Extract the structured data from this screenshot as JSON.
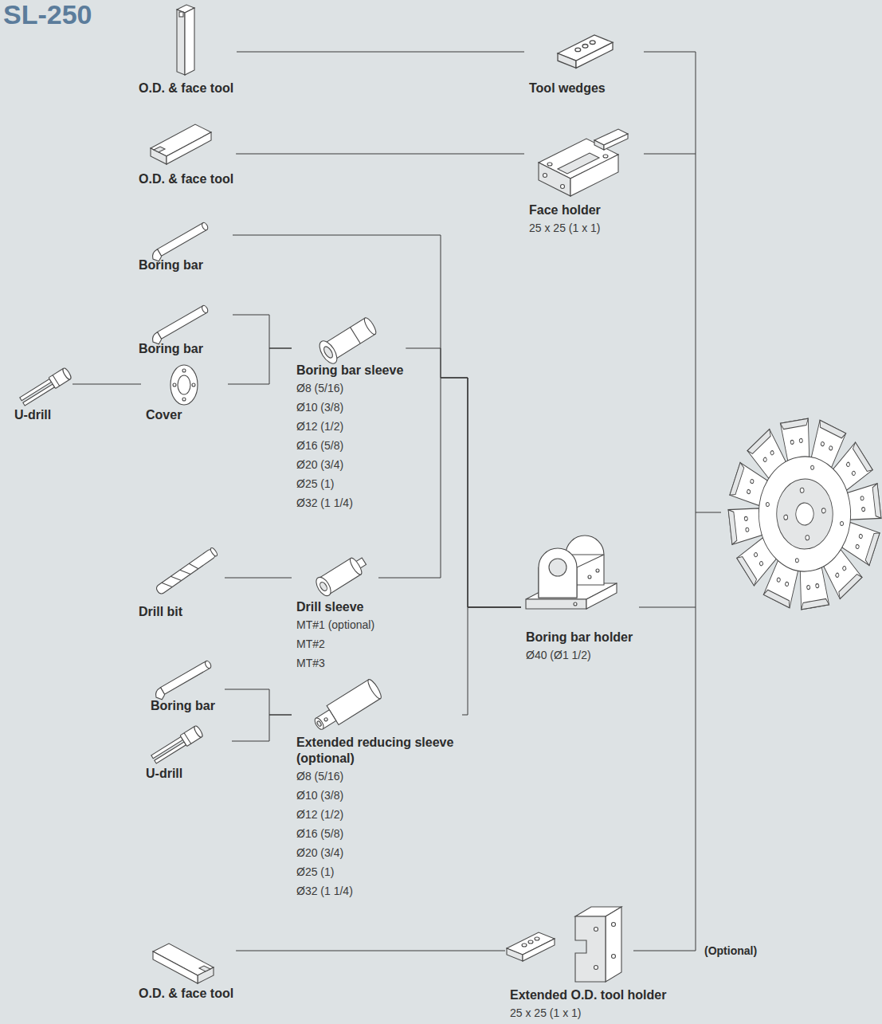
{
  "diagram": {
    "title": "SL-250",
    "nodes": [
      {
        "text": [
          "O.D. & face tool"
        ]
      },
      {
        "text": [
          "Tool wedges"
        ]
      },
      {
        "text": [
          "O.D. & face tool"
        ]
      },
      {
        "text": [
          "Face holder",
          "25 x 25 (1 x 1)"
        ]
      },
      {
        "text": [
          "Boring bar"
        ]
      },
      {
        "text": [
          "Boring bar"
        ]
      },
      {
        "text": [
          "U-drill"
        ]
      },
      {
        "text": [
          "Cover"
        ]
      },
      {
        "text": [
          "Boring bar sleeve",
          "Ø8 (5/16)",
          "Ø10 (3/8)",
          "Ø12 (1/2)",
          "Ø16 (5/8)",
          "Ø20 (3/4)",
          "Ø25 (1)",
          "Ø32 (1 1/4)"
        ]
      },
      {
        "text": [
          "Drill bit"
        ]
      },
      {
        "text": [
          "Drill sleeve",
          "MT#1 (optional)",
          "MT#2",
          "MT#3"
        ]
      },
      {
        "text": [
          "Boring bar"
        ]
      },
      {
        "text": [
          "U-drill"
        ]
      },
      {
        "text": [
          "Extended reducing sleeve (optional)",
          "Ø8 (5/16)",
          "Ø10 (3/8)",
          "Ø12 (1/2)",
          "Ø16 (5/8)",
          "Ø20 (3/4)",
          "Ø25 (1)",
          "Ø32 (1 1/4)"
        ]
      },
      {
        "text": [
          "Boring bar holder",
          "Ø40 (Ø1 1/2)"
        ]
      },
      {
        "text": [
          "O.D. & face tool"
        ]
      },
      {
        "text": [
          "Extended O.D. tool holder",
          "25 x 25 (1 x 1)"
        ]
      }
    ],
    "edges": [
      {
        "from": 0,
        "to": 1,
        "arrow": "none"
      },
      {
        "from": 2,
        "to": 3,
        "arrow": "none"
      },
      {
        "from": 4,
        "to": 14,
        "arrow": "none"
      },
      {
        "from": 8,
        "to": 14,
        "arrow": "none"
      },
      {
        "from": 10,
        "to": 14,
        "arrow": "none"
      },
      {
        "from": 13,
        "to": 14,
        "arrow": "none"
      },
      {
        "from": 5,
        "to": 8,
        "arrow": "none"
      },
      {
        "from": 7,
        "to": 8,
        "arrow": "none"
      },
      {
        "from": 6,
        "to": 7,
        "arrow": "none"
      },
      {
        "from": 9,
        "to": 10,
        "arrow": "none"
      },
      {
        "from": 11,
        "to": 13,
        "arrow": "none"
      },
      {
        "from": 12,
        "to": 13,
        "arrow": "none"
      },
      {
        "from": 15,
        "to": 16,
        "arrow": "none"
      }
    ],
    "labels": [
      "(Optional)"
    ]
  }
}
